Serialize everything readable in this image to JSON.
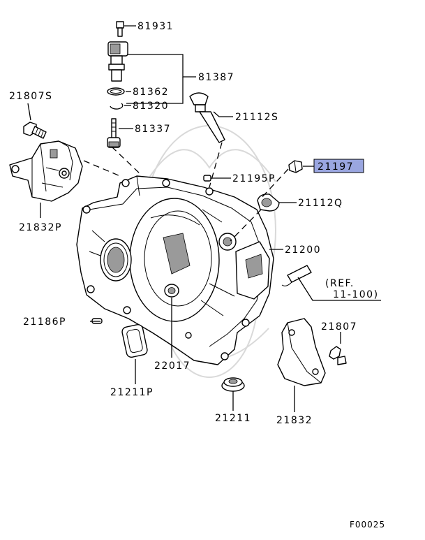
{
  "parts": {
    "p81931": "81931",
    "p81387": "81387",
    "p81362": "81362",
    "p81320": "81320",
    "p21807S": "21807S",
    "p81337": "81337",
    "p21112S": "21112S",
    "p21197": "21197",
    "p21195P": "21195P",
    "p21112Q": "21112Q",
    "p21832P": "21832P",
    "p21200": "21200",
    "ref_line1": "(REF.",
    "ref_line2": "11-100)",
    "p21186P": "21186P",
    "p21807": "21807",
    "p22017": "22017",
    "p21211P": "21211P",
    "p21211": "21211",
    "p21832": "21832"
  },
  "highlight_color": "#9aa6e0",
  "figure_code": "F00025"
}
